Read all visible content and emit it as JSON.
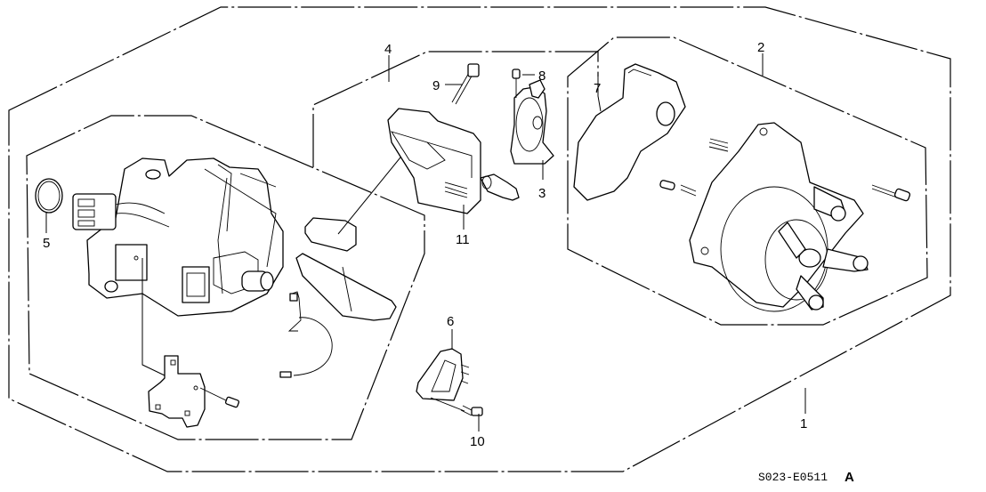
{
  "diagram": {
    "title": "Distributor assembly exploded view",
    "code": "S023-E0511",
    "code_suffix": "A",
    "callouts": [
      {
        "id": "1",
        "label": "1",
        "part": "distributor-assembly"
      },
      {
        "id": "2",
        "label": "2",
        "part": "cap-assembly"
      },
      {
        "id": "3",
        "label": "3",
        "part": "rotor"
      },
      {
        "id": "4",
        "label": "4",
        "part": "housing-assembly"
      },
      {
        "id": "5",
        "label": "5",
        "part": "o-ring"
      },
      {
        "id": "6",
        "label": "6",
        "part": "ignition-control-module"
      },
      {
        "id": "7",
        "label": "7",
        "part": "seal-cap-cover"
      },
      {
        "id": "8",
        "label": "8",
        "part": "rotor-screw"
      },
      {
        "id": "9",
        "label": "9",
        "part": "coil-bolt"
      },
      {
        "id": "10",
        "label": "10",
        "part": "module-screw"
      },
      {
        "id": "11",
        "label": "11",
        "part": "ignition-coil"
      }
    ]
  }
}
